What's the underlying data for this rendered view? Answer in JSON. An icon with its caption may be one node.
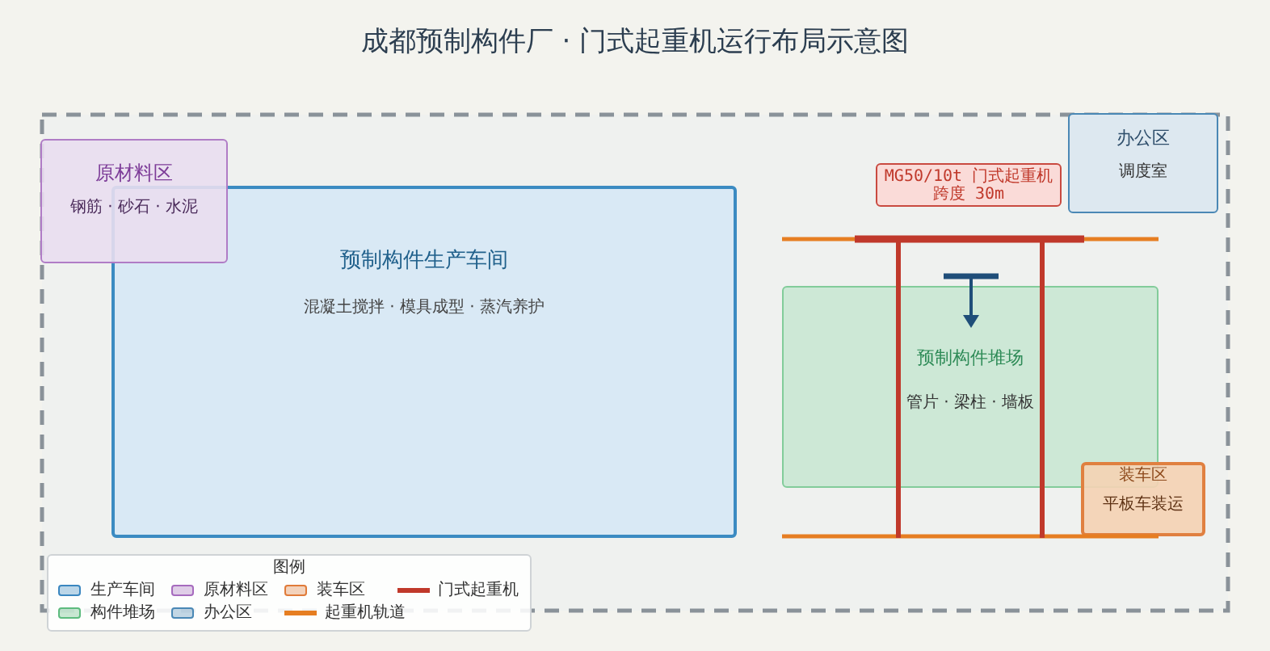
{
  "diagram": {
    "title": "成都预制构件厂 · 门式起重机运行布局示意图",
    "nodes": [
      {
        "text": [
          "原材料区",
          "钢筋 · 砂石 · 水泥"
        ]
      },
      {
        "text": [
          "预制构件生产车间",
          "混凝土搅拌 · 模具成型 · 蒸汽养护"
        ]
      },
      {
        "text": [
          "办公区",
          "调度室"
        ]
      },
      {
        "text": [
          "MG50/10t 门式起重机跨度 30m"
        ]
      },
      {
        "text": [
          "预制构件堆场",
          "管片 · 梁柱 · 墙板"
        ]
      },
      {
        "text": [
          "装车区",
          "平板车装运"
        ]
      }
    ],
    "labels": [
      "图例"
    ],
    "legend": [
      {
        "text": "生产车间",
        "color": "#3a87c0"
      },
      {
        "text": "原材料区",
        "color": "#a66bbe"
      },
      {
        "text": "装车区",
        "color": "#e07b39"
      },
      {
        "text": "门式起重机"
      },
      {
        "text": "构件堆场",
        "color": "#5dbb7e"
      },
      {
        "text": "办公区",
        "color": "#4a88b5"
      },
      {
        "text": "起重机轨道"
      }
    ]
  }
}
